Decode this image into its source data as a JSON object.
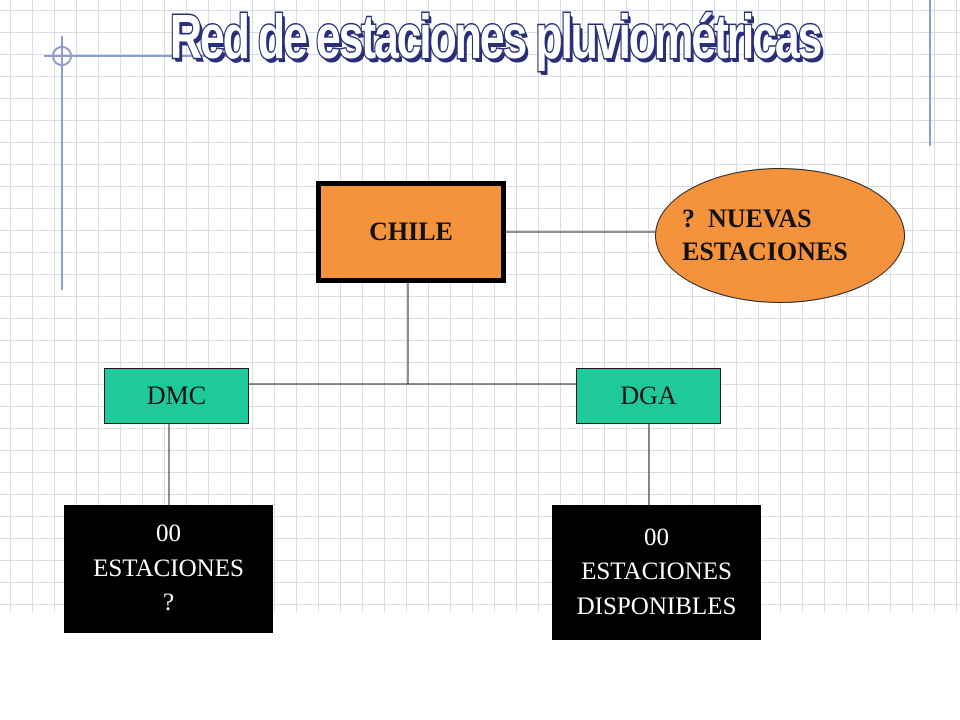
{
  "title": "Red de estaciones pluviométricas",
  "nodes": {
    "chile": {
      "label": "CHILE"
    },
    "nuevas": {
      "line1": "?  NUEVAS",
      "line2": "ESTACIONES"
    },
    "dmc": {
      "label": "DMC"
    },
    "dga": {
      "label": "DGA"
    },
    "dmc_stations": {
      "count": "00",
      "label": "ESTACIONES",
      "note": "?"
    },
    "dga_stations": {
      "count": "00",
      "label": "ESTACIONES",
      "note": "DISPONIBLES"
    }
  },
  "colors": {
    "orange": "#f5933d",
    "teal": "#1ec99a",
    "black": "#000000",
    "title_outline": "#2a2f7a",
    "accent_blue": "#8e9ed0"
  },
  "icons": [
    "corner-circle-ornament"
  ]
}
